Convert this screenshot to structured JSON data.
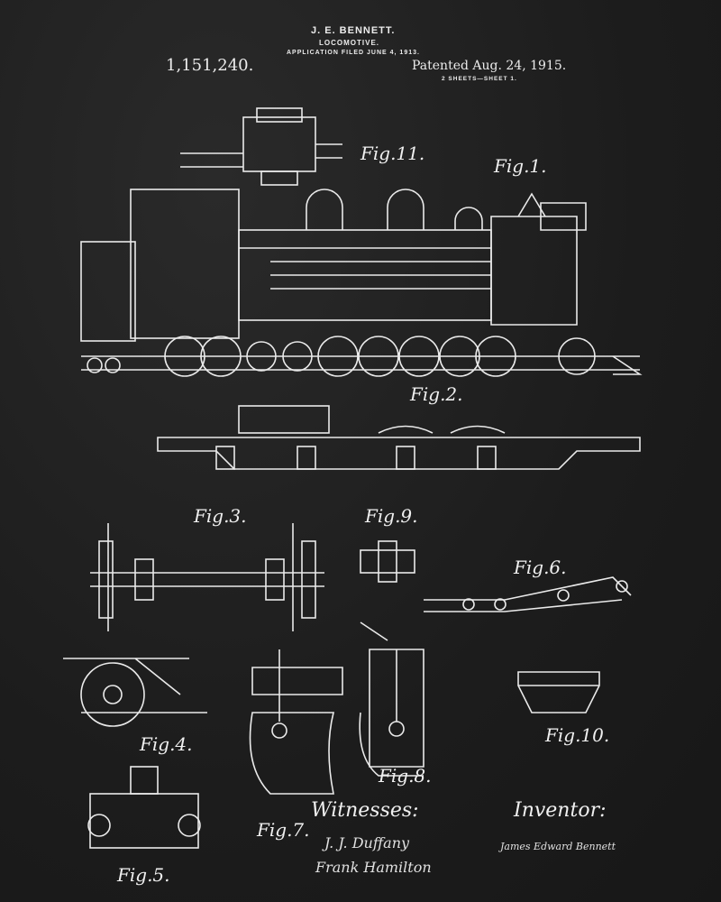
{
  "header": {
    "inventor_name": "J. E. BENNETT.",
    "title": "LOCOMOTIVE.",
    "application": "APPLICATION FILED JUNE 4, 1913.",
    "patent_number": "1,151,240.",
    "patented": "Patented Aug. 24, 1915.",
    "sheets": "2 SHEETS—SHEET 1."
  },
  "figures": {
    "fig11": "Fig.11.",
    "fig1": "Fig.1.",
    "fig2": "Fig.2.",
    "fig3": "Fig.3.",
    "fig9": "Fig.9.",
    "fig6": "Fig.6.",
    "fig4": "Fig.4.",
    "fig10": "Fig.10.",
    "fig7": "Fig.7.",
    "fig8": "Fig.8.",
    "fig5": "Fig.5."
  },
  "footer": {
    "witnesses_label": "Witnesses:",
    "witness_1": "J. J. Duffany",
    "witness_2": "Frank Hamilton",
    "inventor_label": "Inventor:",
    "inventor_signature": "James Edward Bennett"
  }
}
